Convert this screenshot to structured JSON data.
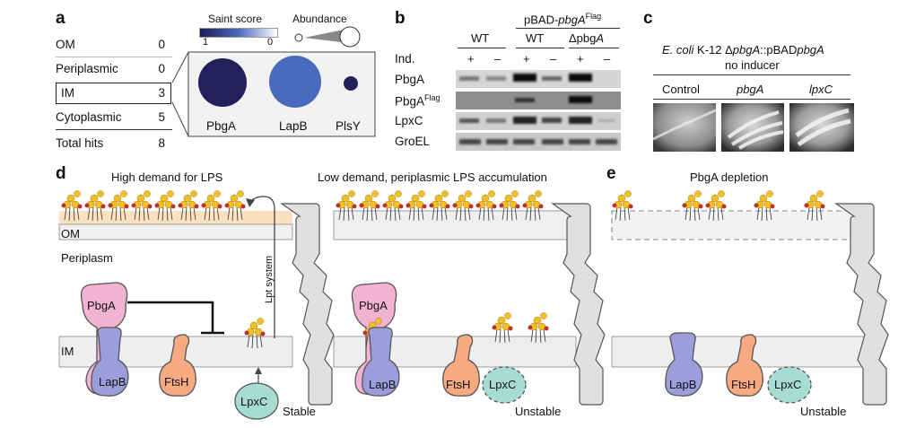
{
  "panels": {
    "a": "a",
    "b": "b",
    "c": "c",
    "d": "d",
    "e": "e"
  },
  "panel_a": {
    "rows": [
      {
        "label": "OM",
        "value": "0"
      },
      {
        "label": "Periplasmic",
        "value": "0"
      },
      {
        "label": "IM",
        "value": "3"
      },
      {
        "label": "Cytoplasmic",
        "value": "5"
      },
      {
        "label": "Total hits",
        "value": "8"
      }
    ],
    "legend": {
      "saint_title": "Saint score",
      "saint_min": "1",
      "saint_max": "0",
      "abundance_title": "Abundance"
    },
    "bubbles": [
      {
        "name": "PbgA",
        "color": "#23205c"
      },
      {
        "name": "LapB",
        "color": "#4a6bbd"
      },
      {
        "name": "PlsY",
        "color": "#23205c"
      }
    ]
  },
  "panel_b": {
    "construct_prefix": "pBAD-",
    "construct_gene": "pbgA",
    "construct_sup": "Flag",
    "groups": [
      "WT",
      "WT",
      "Δpbg",
      "A"
    ],
    "ind_label": "Ind.",
    "ind_signs": [
      "+",
      "–",
      "+",
      "–",
      "+",
      "–"
    ],
    "rows": [
      "PbgA",
      "PbgA",
      "LpxC",
      "GroEL"
    ],
    "flag_sup": "Flag"
  },
  "panel_c": {
    "title_line1_a": "E. coli",
    "title_line1_b": " K-12 Δ",
    "title_line1_c": "pbgA",
    "title_line1_d": "::pBAD",
    "title_line1_e": "pbgA",
    "title_line2": "no inducer",
    "columns": [
      "Control",
      "pbgA",
      "lpxC"
    ]
  },
  "panel_d": {
    "left_title": "High demand for LPS",
    "right_title": "Low demand, periplasmic LPS accumulation",
    "om": "OM",
    "periplasm": "Periplasm",
    "im": "IM",
    "lpt": "Lpt system",
    "pbga": "PbgA",
    "lapb": "LapB",
    "ftsh": "FtsH",
    "lpxc": "LpxC",
    "stable": "Stable",
    "unstable": "Unstable"
  },
  "panel_e": {
    "title": "PbgA depletion",
    "lapb": "LapB",
    "ftsh": "FtsH",
    "lpxc": "LpxC",
    "unstable": "Unstable"
  }
}
